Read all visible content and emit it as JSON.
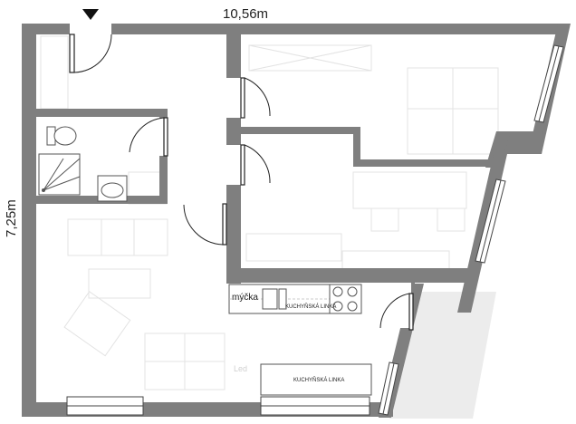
{
  "dimensions": {
    "width_label": "10,56m",
    "height_label": "7,25m"
  },
  "labels": {
    "sink": "mýčka",
    "kitchen_upper": "KUCHYŇSKÁ LINKA",
    "kitchen_lower": "KUCHYŇSKÁ LINKA",
    "fridge": "Led"
  },
  "icons": {
    "entrance": "entrance-arrow-icon"
  },
  "colors": {
    "wall": "#7f7f7f",
    "terrace": "#ececec",
    "furniture_line": "#e3e3e3"
  }
}
